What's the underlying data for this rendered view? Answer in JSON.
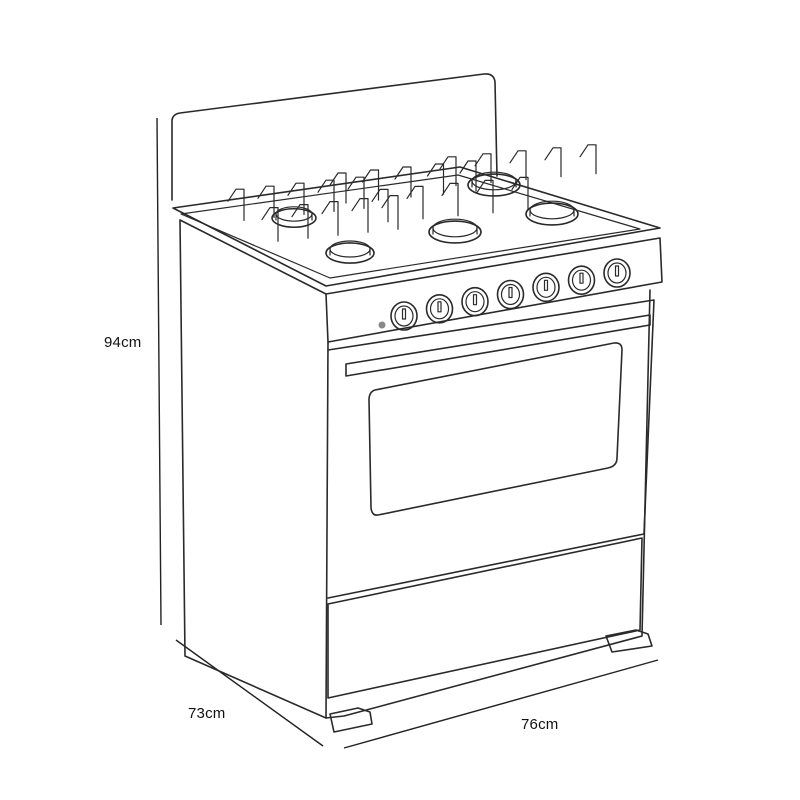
{
  "dimensions": {
    "height": {
      "value": "94",
      "unit": "cm"
    },
    "depth": {
      "value": "73",
      "unit": "cm"
    },
    "width": {
      "value": "76",
      "unit": "cm"
    }
  },
  "burner_count": 5,
  "knob_count": 7,
  "line_color": "#2a2a2a"
}
